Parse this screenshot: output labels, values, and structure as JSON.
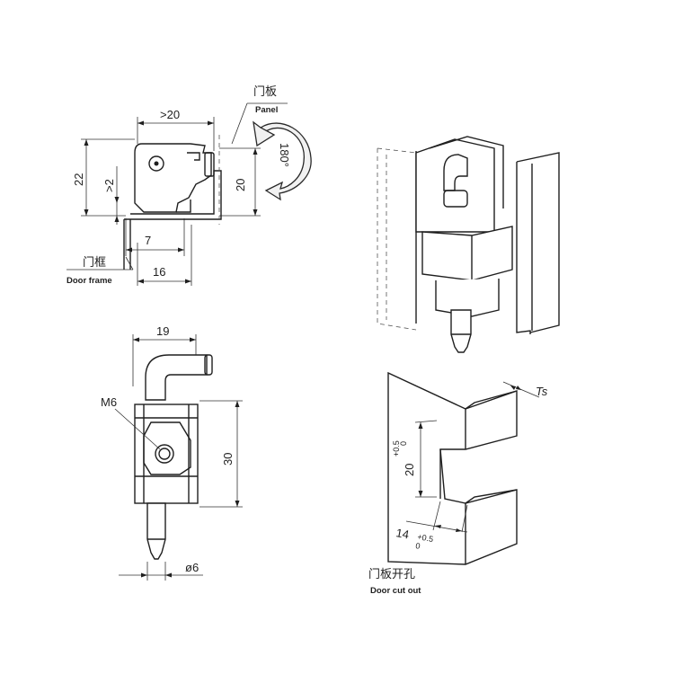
{
  "side_view": {
    "dims": {
      "top_width": ">20",
      "height_left": "22",
      "min_gap": ">2",
      "height_right": "20",
      "inner_width": "7",
      "bottom_width": "16"
    },
    "angle": "180°",
    "panel_label_cn": "门板",
    "panel_label_en": "Panel",
    "frame_label_cn": "门框",
    "frame_label_en": "Door frame"
  },
  "front_view": {
    "dims": {
      "width": "19",
      "thread": "M6",
      "height": "30",
      "pin_dia": "ø6"
    }
  },
  "cutout_view": {
    "ts_label": "Ts",
    "height_dim": "20",
    "height_tol_upper": "+0.5",
    "height_tol_lower": "0",
    "width_dim": "14",
    "width_tol_upper": "+0.5",
    "width_tol_lower": "0",
    "label_cn": "门板开孔",
    "label_en": "Door cut out"
  }
}
